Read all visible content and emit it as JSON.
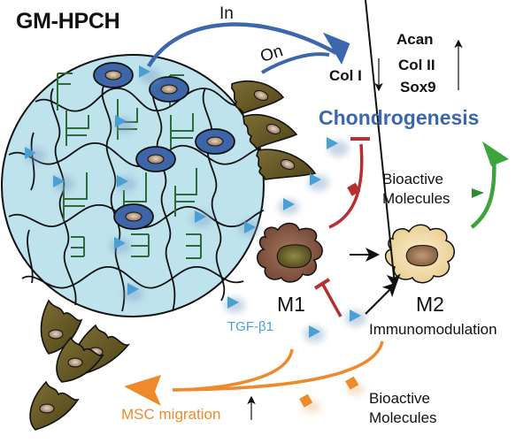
{
  "figure": {
    "title": "GM-HPCH",
    "arrows": {
      "in_label": "In",
      "on_label": "On"
    },
    "genes": {
      "downregulated": [
        "Col I"
      ],
      "upregulated": [
        "Acan",
        "Col II",
        "Sox9"
      ],
      "down_arrow_icon": "arrow-down",
      "up_arrow_icon": "arrow-up"
    },
    "outcome": "Chondrogenesis",
    "bioactive_upper": [
      "Bioactive",
      "Molecules"
    ],
    "bioactive_lower": [
      "Bioactive",
      "Molecules"
    ],
    "macrophages": {
      "m1": "M1",
      "m2": "M2"
    },
    "cytokine": "TGF-β1",
    "immuno": "Immunomodulation",
    "migration": "MSC migration",
    "colors": {
      "hydrogel_fill": "#bfe3ec",
      "hydrogel_stroke": "#111111",
      "crosslinker": "#2e6b3a",
      "encapsulated_cell": "#3d66a8",
      "nucleus": "#c2a287",
      "msc_cell": "#6e5f2a",
      "arrow_blue": "#3b68ad",
      "tgf_triangle": "#4a9fd4",
      "inhibit_red": "#b5302e",
      "promote_green": "#3ba53b",
      "migration_orange": "#ef8a2a",
      "m1_fill": "#8a5a45",
      "m2_fill": "#f1dca8",
      "chondro_text": "#3b68ad"
    }
  }
}
